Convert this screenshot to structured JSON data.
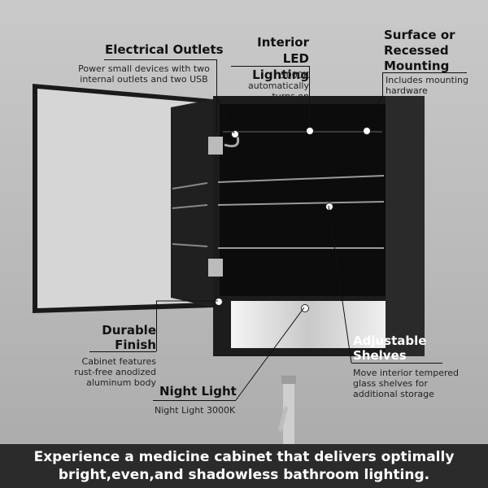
{
  "callouts": {
    "electrical": {
      "title": "Electrical Outlets",
      "desc": "Power small devices with two internal outlets and two USB"
    },
    "led": {
      "title_line1": "Interior",
      "title_line2": "LED Lighting",
      "desc_line1": "5000K automatically",
      "desc_line2": "turns on"
    },
    "mounting": {
      "title_line1": "Surface or",
      "title_line2": "Recessed",
      "title_line3": "Mounting",
      "desc_line1": "Includes mounting",
      "desc_line2": "hardware"
    },
    "finish": {
      "title_line1": "Durable",
      "title_line2": "Finish",
      "desc_line1": "Cabinet features",
      "desc_line2": "rust-free anodized",
      "desc_line3": "aluminum body"
    },
    "night": {
      "title": "Night Light",
      "desc": "Night Light 3000K"
    },
    "shelves": {
      "title_line1": "Adjustable",
      "title_line2": "Shelves",
      "desc_line1": "Move interior tempered",
      "desc_line2": "glass shelves for",
      "desc_line3": "additional storage"
    }
  },
  "banner": {
    "line1": "Experience a medicine cabinet that delivers optimally",
    "line2": "bright,even,and shadowless bathroom lighting."
  }
}
